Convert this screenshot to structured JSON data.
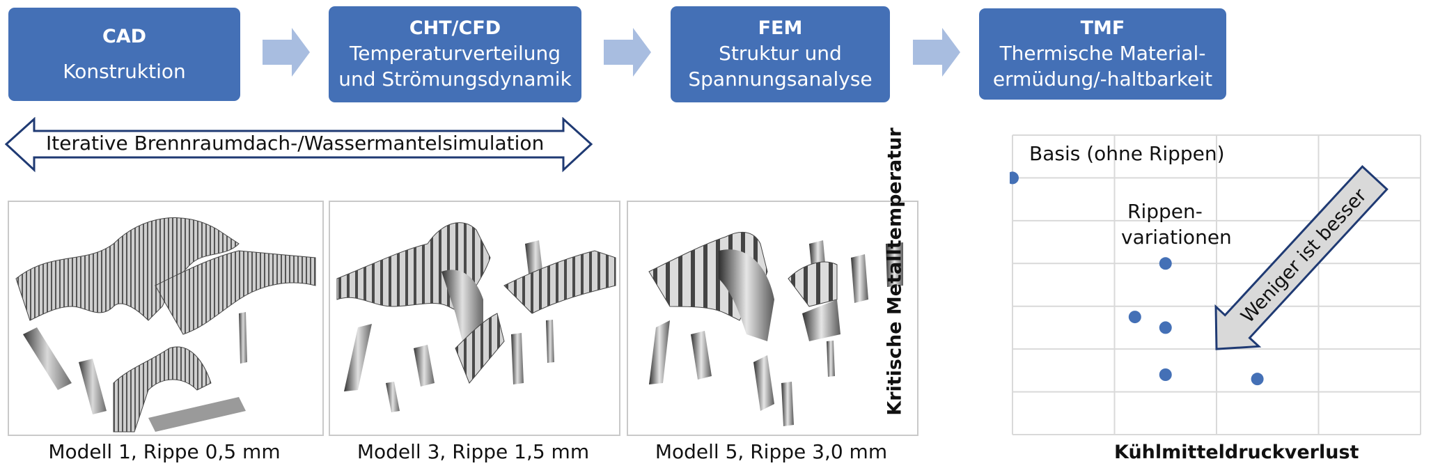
{
  "steps": [
    {
      "title": "CAD",
      "line1": "Konstruktion",
      "line2": ""
    },
    {
      "title": "CHT/CFD",
      "line1": "Temperaturverteilung",
      "line2": "und Strömungsdynamik"
    },
    {
      "title": "FEM",
      "line1": "Struktur und",
      "line2": "Spannungsanalyse"
    },
    {
      "title": "TMF",
      "line1": "Thermische Material-",
      "line2": "ermüdung/-haltbarkeit"
    }
  ],
  "iteration_label": "Iterative Brennraumdach-/Wassermantelsimulation",
  "models": [
    {
      "caption": "Modell 1, Rippe 0,5 mm"
    },
    {
      "caption": "Modell 3, Rippe 1,5 mm"
    },
    {
      "caption": "Modell 5, Rippe 3,0 mm"
    }
  ],
  "colors": {
    "box": "#4470b6",
    "arrow": "#a8bde0",
    "point": "#4470b6",
    "hint_arrow": "#d9d9d9"
  },
  "chart_data": {
    "type": "scatter",
    "xlabel": "Kühlmitteldruckverlust",
    "ylabel": "Kritische Metalltemperatur",
    "xlim": [
      0,
      4
    ],
    "ylim": [
      0,
      7
    ],
    "grid": true,
    "ticks_shown": false,
    "points": [
      {
        "x": 0.0,
        "y": 6.0
      },
      {
        "x": 1.5,
        "y": 4.0
      },
      {
        "x": 1.2,
        "y": 2.75
      },
      {
        "x": 1.5,
        "y": 2.5
      },
      {
        "x": 1.5,
        "y": 1.4
      },
      {
        "x": 2.4,
        "y": 1.3
      }
    ],
    "annotations": {
      "base": "Basis (ohne Rippen)",
      "variations_line1": "Rippen-",
      "variations_line2": "variationen",
      "hint": "Weniger ist besser"
    }
  }
}
